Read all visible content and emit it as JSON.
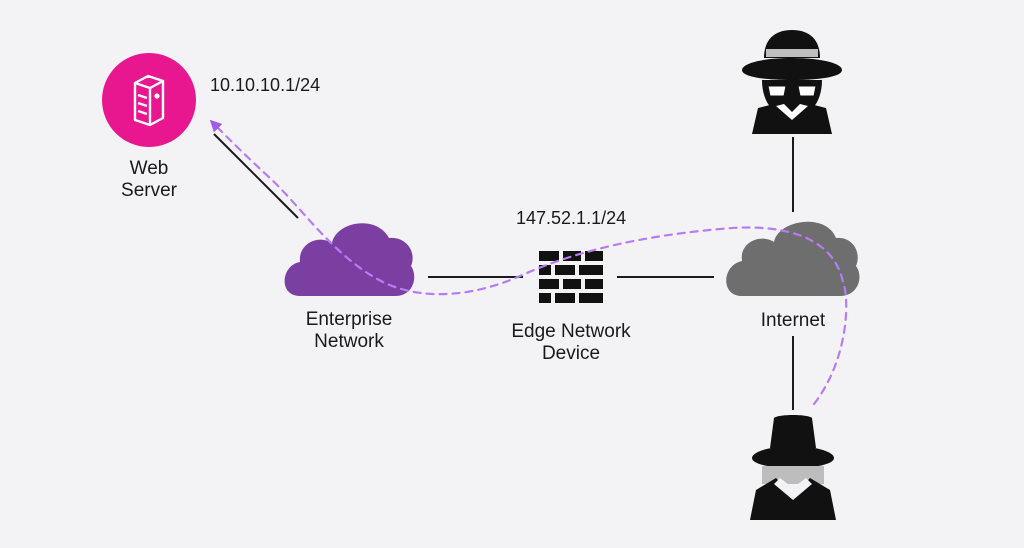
{
  "nodes": {
    "web_server": {
      "label_line1": "Web",
      "label_line2": "Server",
      "ip": "10.10.10.1/24",
      "color": "#e8168f"
    },
    "enterprise_network": {
      "label_line1": "Enterprise",
      "label_line2": "Network",
      "color": "#7b3fa2"
    },
    "edge_device": {
      "label_line1": "Edge Network",
      "label_line2": "Device",
      "ip": "147.52.1.1/24",
      "color": "#111111"
    },
    "internet": {
      "label": "Internet",
      "color": "#6e6e6e"
    },
    "hacker_top": {
      "icon": "spy-hat-sunglasses-icon"
    },
    "hacker_bottom": {
      "icon": "spy-hat-collar-icon"
    }
  },
  "attack_path": {
    "style": "dashed",
    "color": "#b77cf3",
    "arrow": "toward web server"
  },
  "colors": {
    "background": "#f3f3f5",
    "link": "#1a1a1a"
  }
}
